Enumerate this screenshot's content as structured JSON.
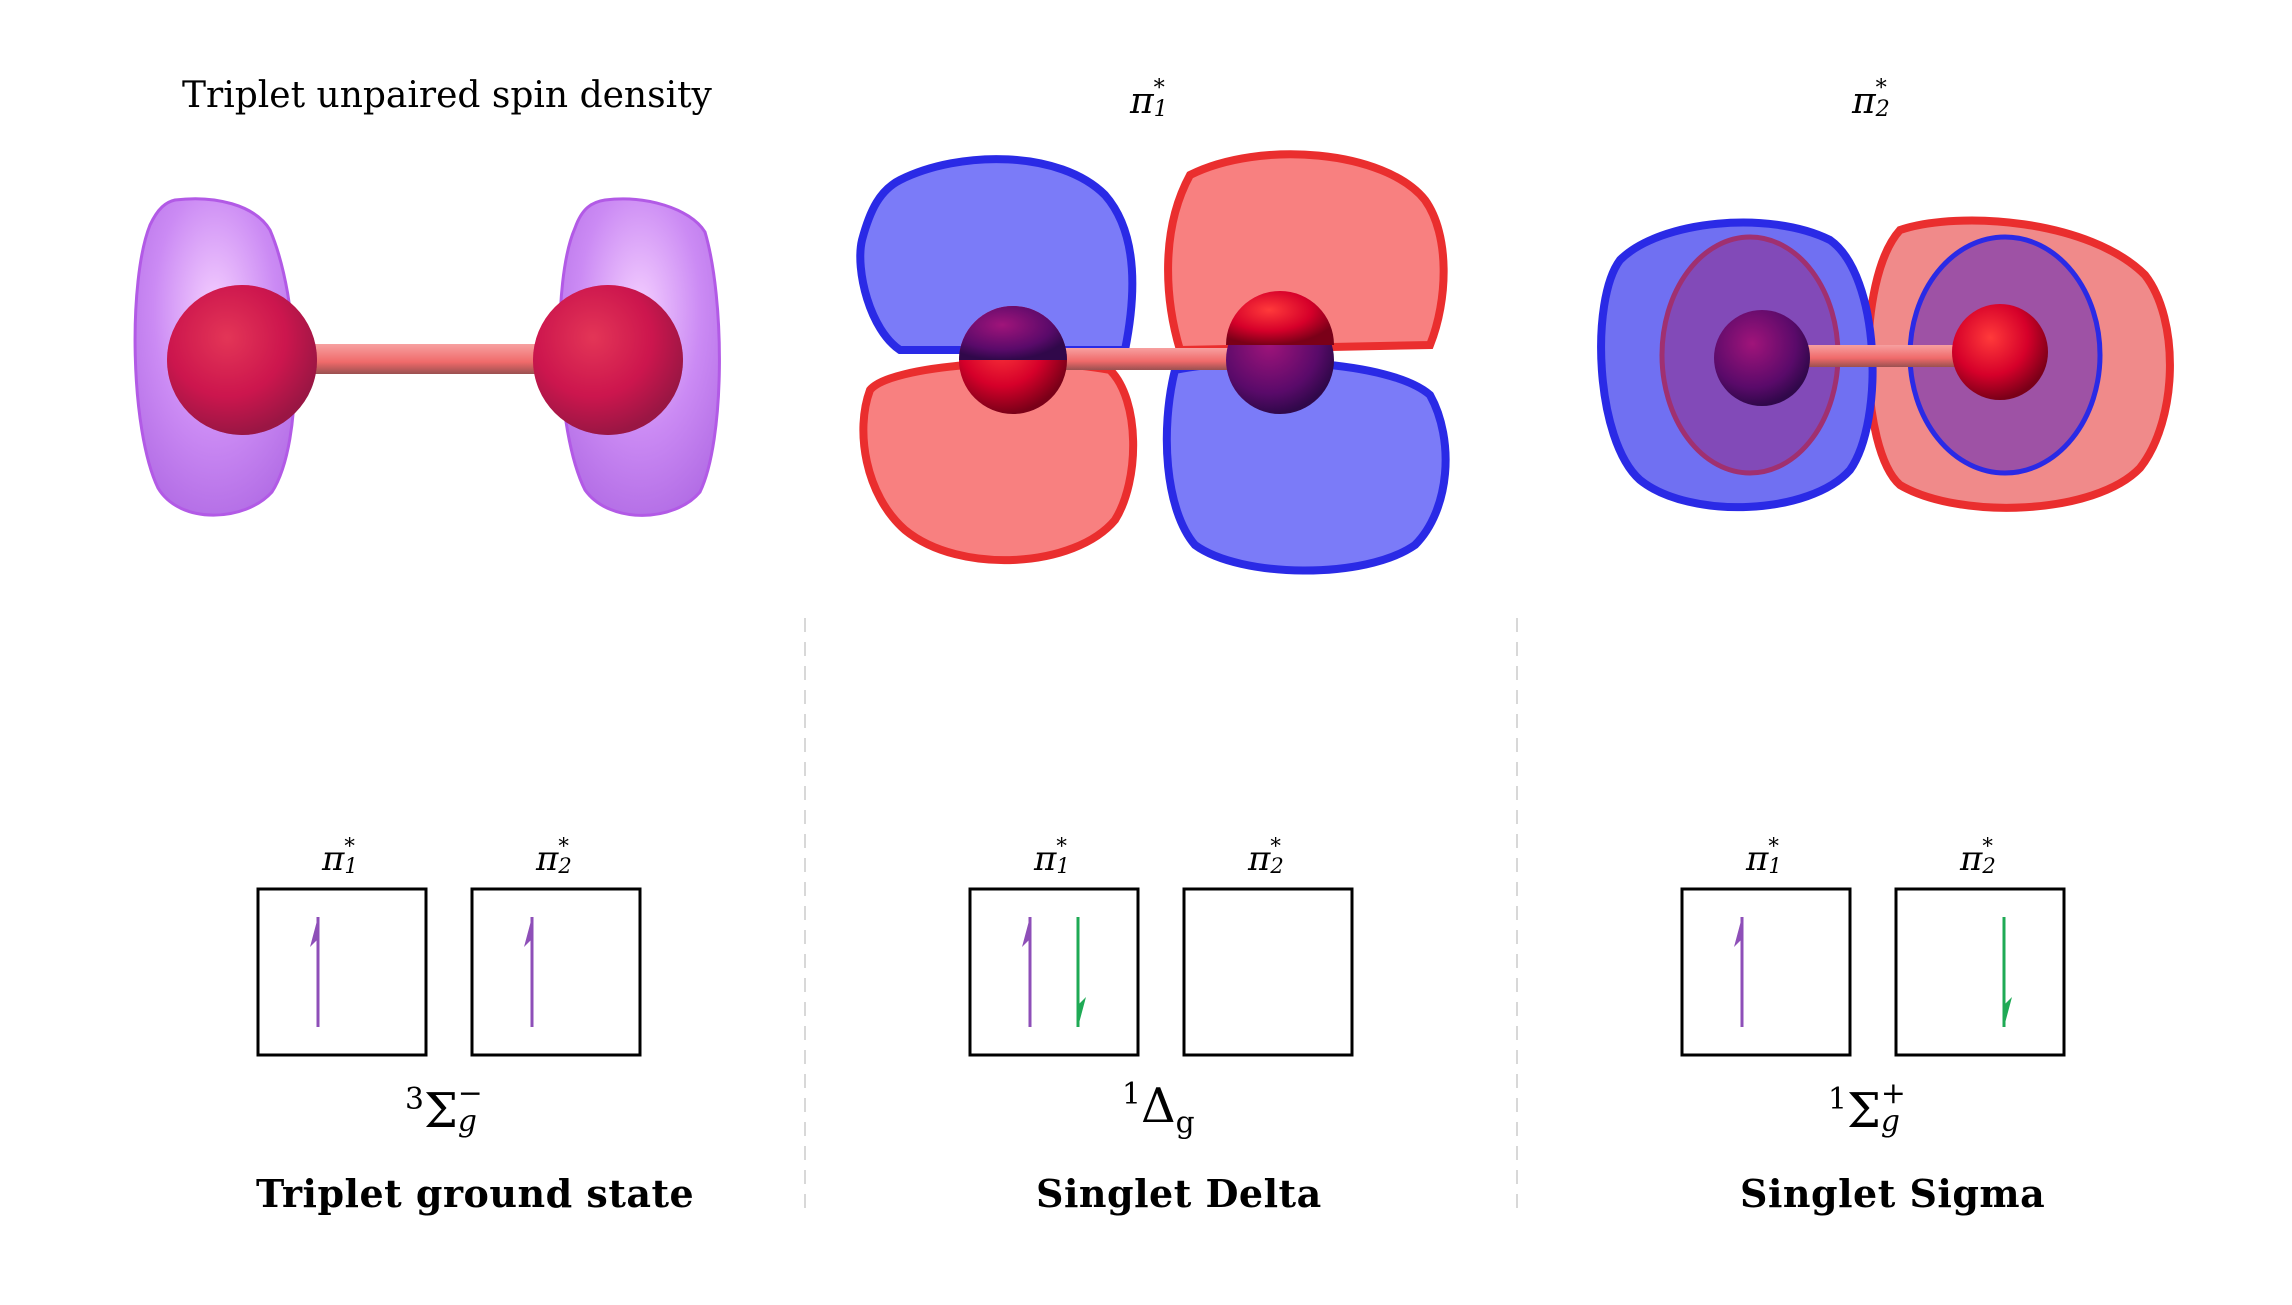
{
  "panels": [
    {
      "title": "Triplet unpaired spin density",
      "box_labels": [
        {
          "base": "π",
          "sup": "*",
          "sub": "1"
        },
        {
          "base": "π",
          "sup": "*",
          "sub": "2"
        }
      ],
      "boxes": [
        [
          "up"
        ],
        [
          "up"
        ]
      ],
      "term": {
        "pre": "3",
        "base": "Σ",
        "sup": "−",
        "sub": "g"
      },
      "name": "Triplet ground state"
    },
    {
      "title": {
        "base": "π",
        "sup": "*",
        "sub": "1"
      },
      "box_labels": [
        {
          "base": "π",
          "sup": "*",
          "sub": "1"
        },
        {
          "base": "π",
          "sup": "*",
          "sub": "2"
        }
      ],
      "boxes": [
        [
          "up",
          "down"
        ],
        []
      ],
      "term": {
        "pre": "1",
        "base": "Δ",
        "sup": "",
        "sub": "g"
      },
      "name": "Singlet Delta"
    },
    {
      "title": {
        "base": "π",
        "sup": "*",
        "sub": "2"
      },
      "box_labels": [
        {
          "base": "π",
          "sup": "*",
          "sub": "1"
        },
        {
          "base": "π",
          "sup": "*",
          "sub": "2"
        }
      ],
      "boxes": [
        [
          "up"
        ],
        [
          "down"
        ]
      ],
      "term": {
        "pre": "1",
        "base": "Σ",
        "sup": "+",
        "sub": "g"
      },
      "name": "Singlet Sigma"
    }
  ],
  "colors": {
    "spin_up": "#8e4fb8",
    "spin_down": "#1faa55",
    "lobe_blue": "#3a3af0",
    "lobe_red": "#f03c3c",
    "spin_density": "#c070f0",
    "atom": "#e0103a",
    "divider": "#d8d8d8"
  }
}
